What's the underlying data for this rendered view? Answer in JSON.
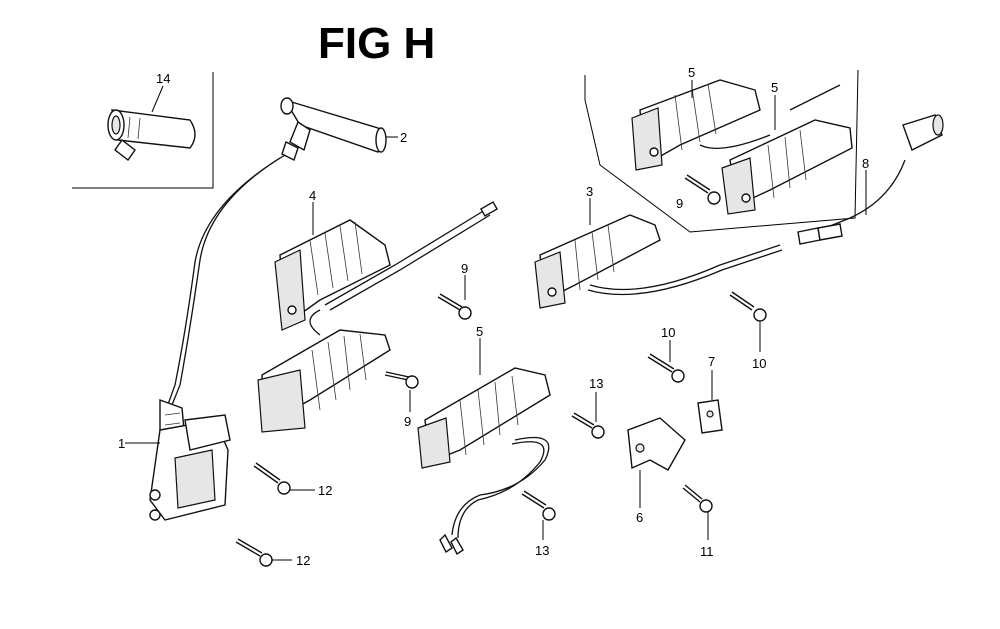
{
  "title": "FIG H",
  "callouts": {
    "c1": "1",
    "c2": "2",
    "c3": "3",
    "c4": "4",
    "c5a": "5",
    "c5b": "5",
    "c5c": "5",
    "c6": "6",
    "c7": "7",
    "c8": "8",
    "c9a": "9",
    "c9b": "9",
    "c9c": "9",
    "c10a": "10",
    "c10b": "10",
    "c11": "11",
    "c12a": "12",
    "c12b": "12",
    "c13a": "13",
    "c13b": "13",
    "c14": "14"
  }
}
